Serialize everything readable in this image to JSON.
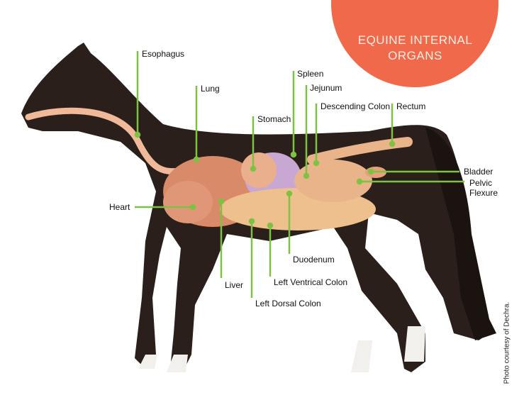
{
  "title": "EQUINE INTERNAL ORGANS",
  "credit": "Photo courtesy of Dechra.",
  "colors": {
    "accent": "#f0694a",
    "leader": "#7dc243",
    "horse": "#2a1f1a",
    "organ": "#e8a07c"
  },
  "labels": {
    "esophagus": "Esophagus",
    "lung": "Lung",
    "spleen": "Spleen",
    "jejunum": "Jejunum",
    "stomach": "Stomach",
    "descending_colon": "Descending Colon",
    "rectum": "Rectum",
    "bladder": "Bladder",
    "pelvic_flexure": "Pelvic Flexure",
    "heart": "Heart",
    "liver": "Liver",
    "left_dorsal_colon": "Left Dorsal Colon",
    "left_ventrical_colon": "Left Ventrical Colon",
    "duodenum": "Duodenum"
  }
}
